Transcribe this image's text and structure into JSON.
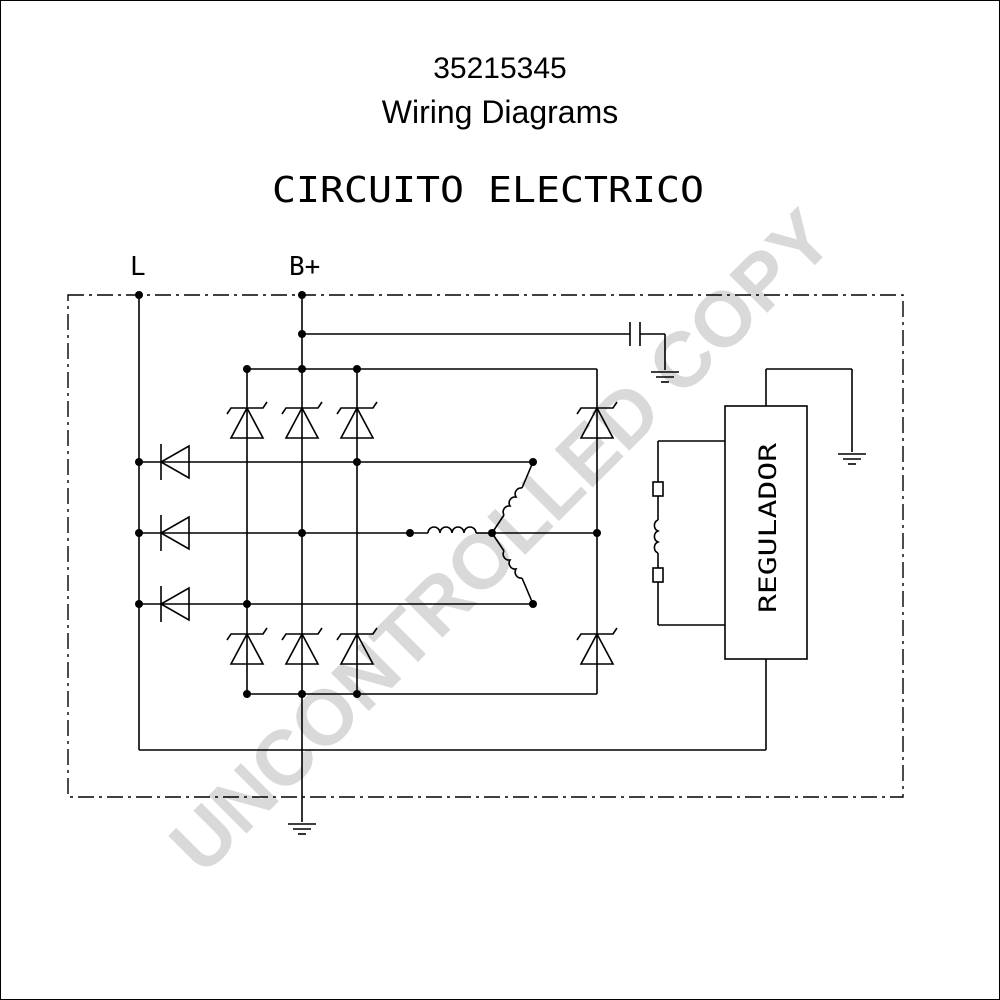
{
  "header": {
    "part_number": "35215345",
    "subtitle": "Wiring Diagrams"
  },
  "diagram": {
    "caption": "CIRCUITO ELECTRICO",
    "terminal_l": "L",
    "terminal_b_plus": "B+",
    "regulator_label": "REGULADOR"
  },
  "watermark": "UNCONTROLLED COPY",
  "colors": {
    "line": "#000000",
    "watermark": "#d9d9d9",
    "background": "#ffffff"
  }
}
